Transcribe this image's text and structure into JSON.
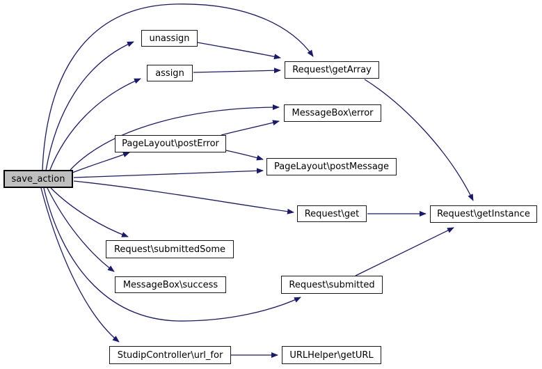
{
  "diagram": {
    "type": "call-graph",
    "highlighted_node": "save_action",
    "colors": {
      "edge": "#191970",
      "node_border": "#1a1a1a",
      "node_fill": "#ffffff",
      "highlight_fill": "#bfbfbf",
      "background": "#ffffff"
    }
  },
  "nodes": {
    "save_action": {
      "label": "save_action"
    },
    "unassign": {
      "label": "unassign"
    },
    "assign": {
      "label": "assign"
    },
    "getArray": {
      "label": "Request\\getArray"
    },
    "error": {
      "label": "MessageBox\\error"
    },
    "postError": {
      "label": "PageLayout\\postError"
    },
    "postMessage": {
      "label": "PageLayout\\postMessage"
    },
    "get": {
      "label": "Request\\get"
    },
    "getInstance": {
      "label": "Request\\getInstance"
    },
    "submittedSome": {
      "label": "Request\\submittedSome"
    },
    "success": {
      "label": "MessageBox\\success"
    },
    "submitted": {
      "label": "Request\\submitted"
    },
    "url_for": {
      "label": "StudipController\\url_for"
    },
    "getURL": {
      "label": "URLHelper\\getURL"
    }
  },
  "edges": [
    {
      "from": "save_action",
      "to": "unassign"
    },
    {
      "from": "save_action",
      "to": "assign"
    },
    {
      "from": "save_action",
      "to": "Request\\getArray"
    },
    {
      "from": "save_action",
      "to": "MessageBox\\error"
    },
    {
      "from": "save_action",
      "to": "PageLayout\\postError"
    },
    {
      "from": "save_action",
      "to": "PageLayout\\postMessage"
    },
    {
      "from": "save_action",
      "to": "Request\\get"
    },
    {
      "from": "save_action",
      "to": "Request\\submittedSome"
    },
    {
      "from": "save_action",
      "to": "MessageBox\\success"
    },
    {
      "from": "save_action",
      "to": "Request\\submitted"
    },
    {
      "from": "save_action",
      "to": "StudipController\\url_for"
    },
    {
      "from": "unassign",
      "to": "Request\\getArray"
    },
    {
      "from": "assign",
      "to": "Request\\getArray"
    },
    {
      "from": "Request\\getArray",
      "to": "Request\\getInstance"
    },
    {
      "from": "PageLayout\\postError",
      "to": "MessageBox\\error"
    },
    {
      "from": "PageLayout\\postError",
      "to": "PageLayout\\postMessage"
    },
    {
      "from": "Request\\get",
      "to": "Request\\getInstance"
    },
    {
      "from": "Request\\submitted",
      "to": "Request\\getInstance"
    },
    {
      "from": "StudipController\\url_for",
      "to": "URLHelper\\getURL"
    }
  ]
}
